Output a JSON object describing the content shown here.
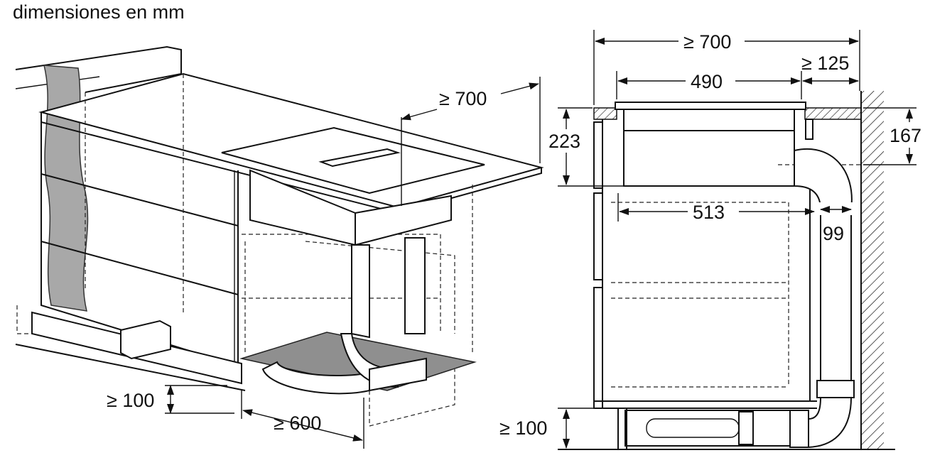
{
  "title": "dimensiones en mm",
  "iso_view": {
    "dim_depth": "≥ 700",
    "dim_plinth": "≥ 100",
    "dim_width": "≥ 600"
  },
  "section_view": {
    "dim_depth": "≥ 700",
    "dim_cooktop": "490",
    "dim_rear_gap": "≥ 125",
    "dim_cutout_height": "223",
    "dim_unit_height": "167",
    "dim_unit_depth": "513",
    "dim_duct": "99",
    "dim_plinth": "≥ 100"
  }
}
